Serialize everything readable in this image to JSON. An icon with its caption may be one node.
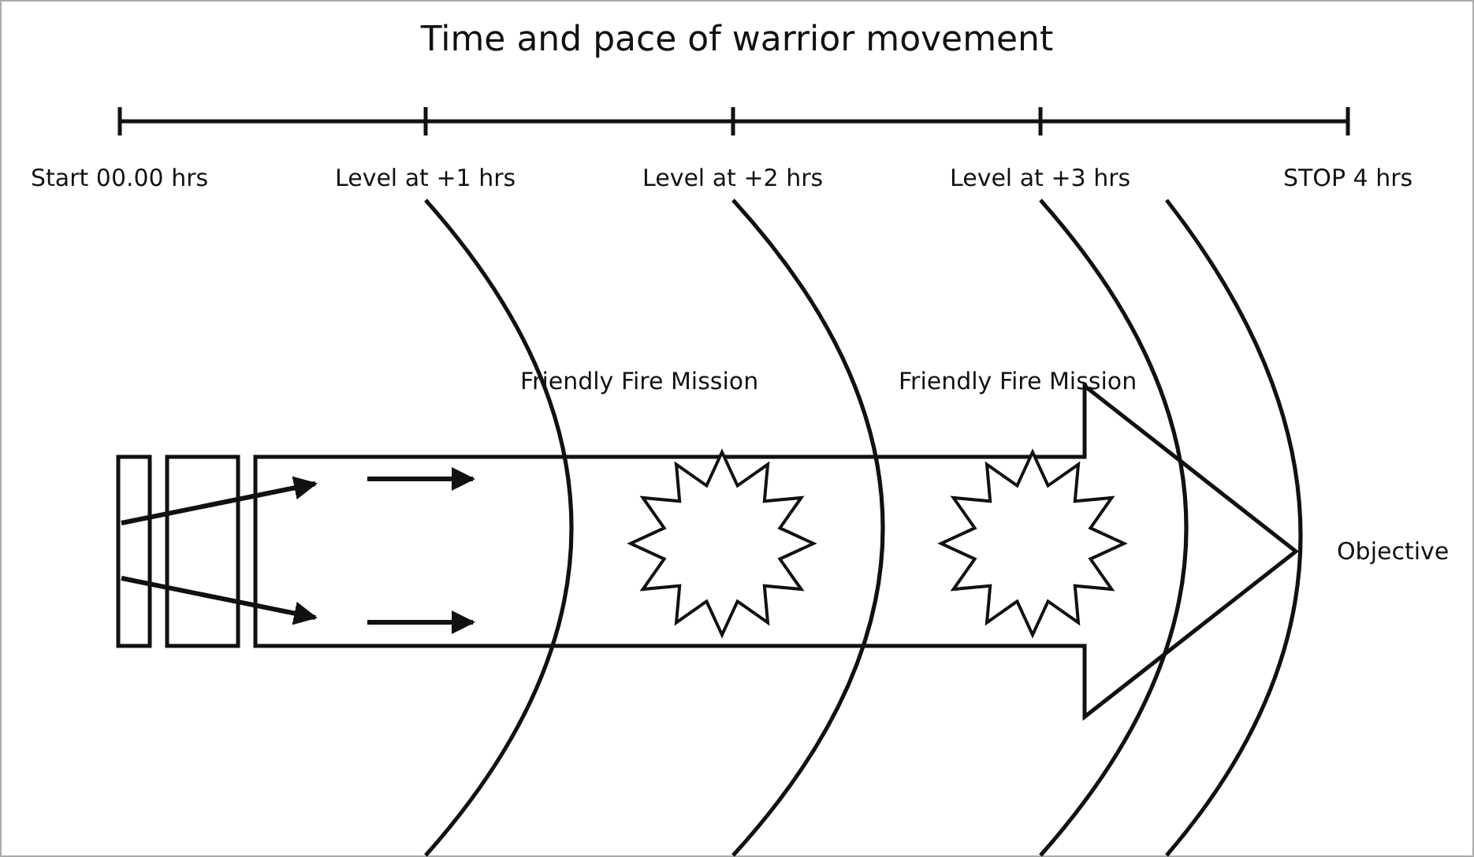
{
  "diagram": {
    "title": "Time and pace of warrior movement",
    "labels": [
      "Start 00.00 hrs",
      "Level at +1 hrs",
      "Level at +2 hrs",
      "Level at +3 hrs",
      "STOP 4 hrs",
      "Friendly Fire Mission",
      "Friendly Fire Mission",
      "Objective"
    ]
  }
}
